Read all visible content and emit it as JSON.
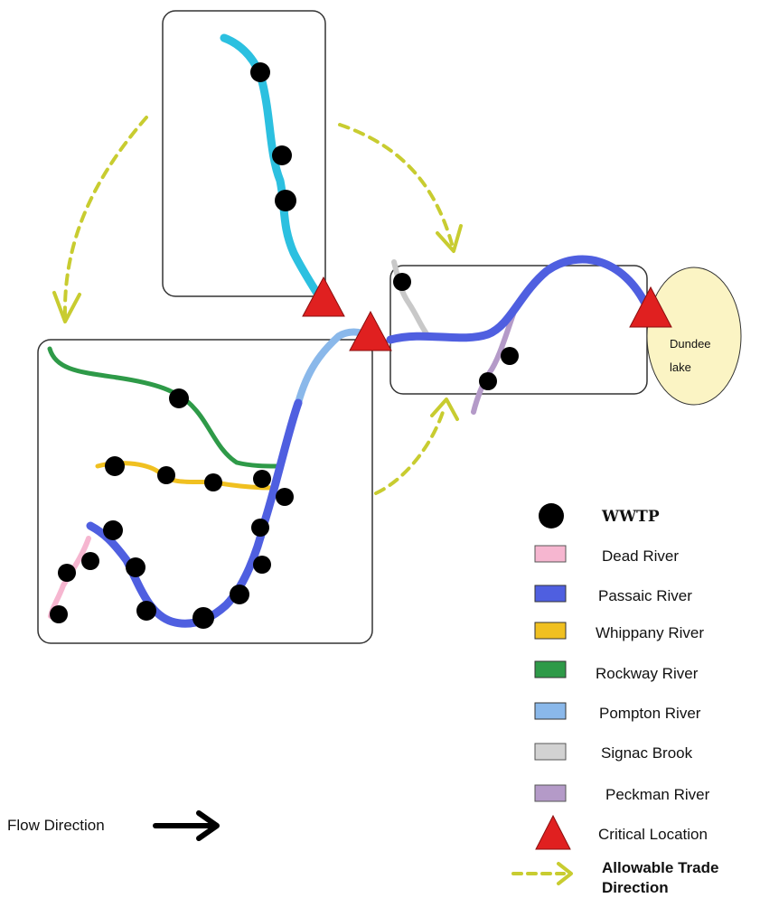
{
  "lake": {
    "line1": "Dundee",
    "line2": "lake"
  },
  "flow_direction": {
    "label": "Flow Direction"
  },
  "legend": {
    "wwtp": {
      "label": "WWTP",
      "icon": "black-dot-icon",
      "color": "#000000"
    },
    "dead_river": {
      "label": "Dead River",
      "color": "#f6b6d0"
    },
    "passaic_river": {
      "label": "Passaic River",
      "color": "#4f5fe0"
    },
    "whippany_river": {
      "label": "Whippany River",
      "color": "#f0c020"
    },
    "rockway_river": {
      "label": "Rockway River",
      "color": "#2e9a48"
    },
    "pompton_river": {
      "label": "Pompton River",
      "color": "#8ab8ea"
    },
    "signac_brook": {
      "label": "Signac Brook",
      "color": "#c8c8c8"
    },
    "peckman_river": {
      "label": "Peckman River",
      "color": "#b49ac8"
    },
    "critical_location": {
      "label": "Critical Location",
      "icon": "red-triangle-icon",
      "color": "#e02020"
    },
    "trade_direction": {
      "line1": "Allowable Trade",
      "line2": "Direction",
      "icon": "dashed-arrow-icon",
      "color": "#c8cc30"
    }
  },
  "colors": {
    "upper_river": "#2cc0e0",
    "lake_fill": "#fbf4c4",
    "box_stroke": "#333333"
  }
}
